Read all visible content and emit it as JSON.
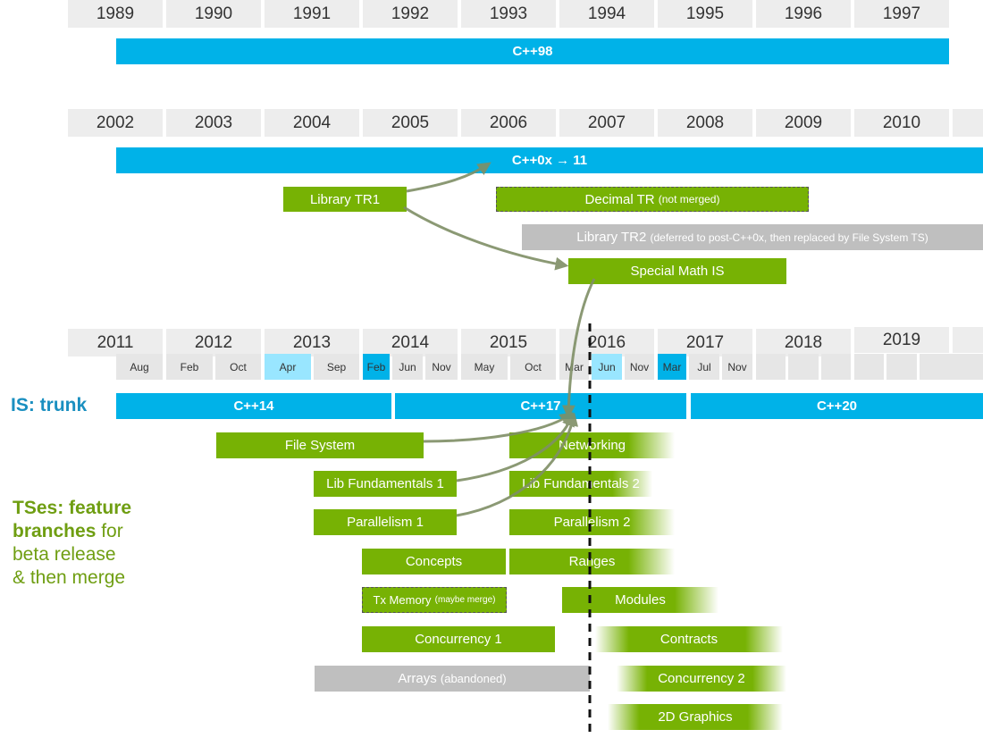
{
  "row1": {
    "years": [
      "1989",
      "1990",
      "1991",
      "1992",
      "1993",
      "1994",
      "1995",
      "1996",
      "1997"
    ],
    "bar_label": "C++98"
  },
  "row2": {
    "years": [
      "2002",
      "2003",
      "2004",
      "2005",
      "2006",
      "2007",
      "2008",
      "2009",
      "2010",
      ""
    ],
    "bar_label": "C++0x → 11",
    "library_tr1": "Library TR1",
    "decimal_tr": "Decimal TR",
    "decimal_tr_note": "(not merged)",
    "library_tr2": "Library TR2",
    "library_tr2_note": "(deferred to post-C++0x, then replaced by File System TS)",
    "special_math": "Special Math IS"
  },
  "row3": {
    "years": [
      "2011",
      "2012",
      "2013",
      "2014",
      "2015",
      "2016",
      "2017",
      "2018",
      "2019",
      ""
    ],
    "months": [
      "Aug",
      "Feb",
      "Oct",
      "Apr",
      "Sep",
      "Feb",
      "Jun",
      "Nov",
      "May",
      "Oct",
      "Mar",
      "Jun",
      "Nov",
      "Mar",
      "Jul",
      "Nov",
      "",
      "",
      "",
      "",
      "",
      ""
    ],
    "trunk_label": "IS: trunk",
    "cpp14": "C++14",
    "cpp17": "C++17",
    "cpp20": "C++20"
  },
  "ts": {
    "label_bold1": "TSes: feature",
    "label_bold2": "branches",
    "label_rest1": " for",
    "label_rest2": "beta release",
    "label_rest3": "& then merge",
    "file_system": "File System",
    "networking": "Networking",
    "lib_fund1": "Lib Fundamentals 1",
    "lib_fund2": "Lib Fundamentals 2",
    "parallelism1": "Parallelism 1",
    "parallelism2": "Parallelism 2",
    "concepts": "Concepts",
    "ranges": "Ranges",
    "tx_memory": "Tx Memory",
    "tx_memory_note": "(maybe merge)",
    "modules": "Modules",
    "concurrency1": "Concurrency 1",
    "contracts": "Contracts",
    "arrays": "Arrays",
    "arrays_note": "(abandoned)",
    "concurrency2": "Concurrency 2",
    "graphics2d": "2D Graphics"
  },
  "colors": {
    "trunk_blue": "#00b2e8",
    "ts_green": "#77b204",
    "abandoned_grey": "#bfbfbf",
    "month_light_blue": "#99e6ff",
    "month_blue": "#00b2e8"
  }
}
